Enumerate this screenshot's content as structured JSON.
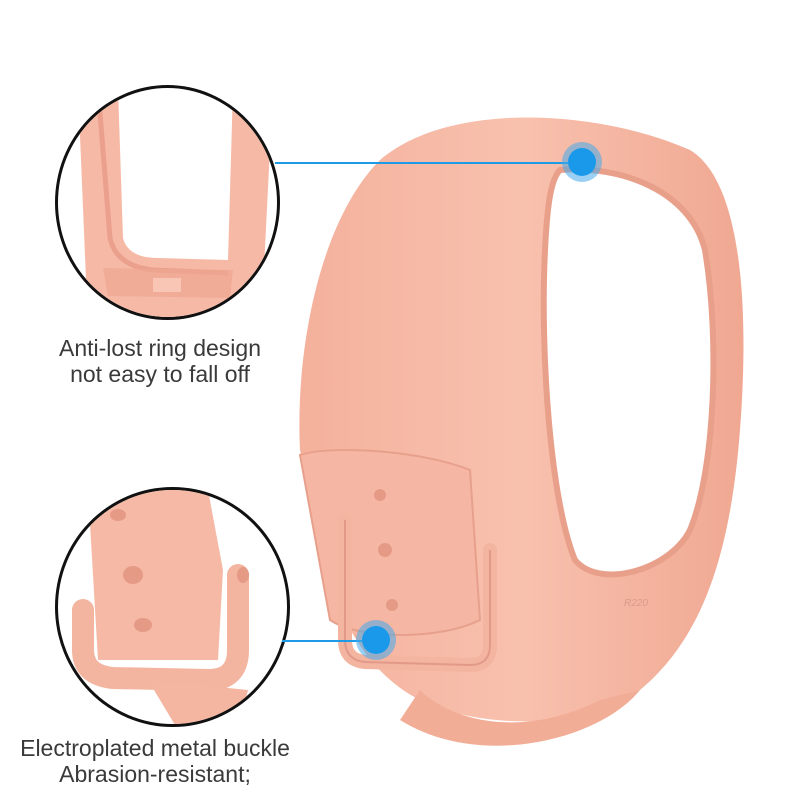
{
  "callouts": [
    {
      "id": "anti-lost-ring",
      "caption_lines": [
        "Anti-lost ring design",
        "not easy to fall off"
      ]
    },
    {
      "id": "metal-buckle",
      "caption_lines": [
        "Electroplated metal buckle",
        "Abrasion-resistant;"
      ]
    }
  ],
  "product": {
    "engraving": "R220",
    "band_color": "#f6b9a5",
    "band_shadow": "#e79d88",
    "accent_color": "#1a99ea"
  }
}
